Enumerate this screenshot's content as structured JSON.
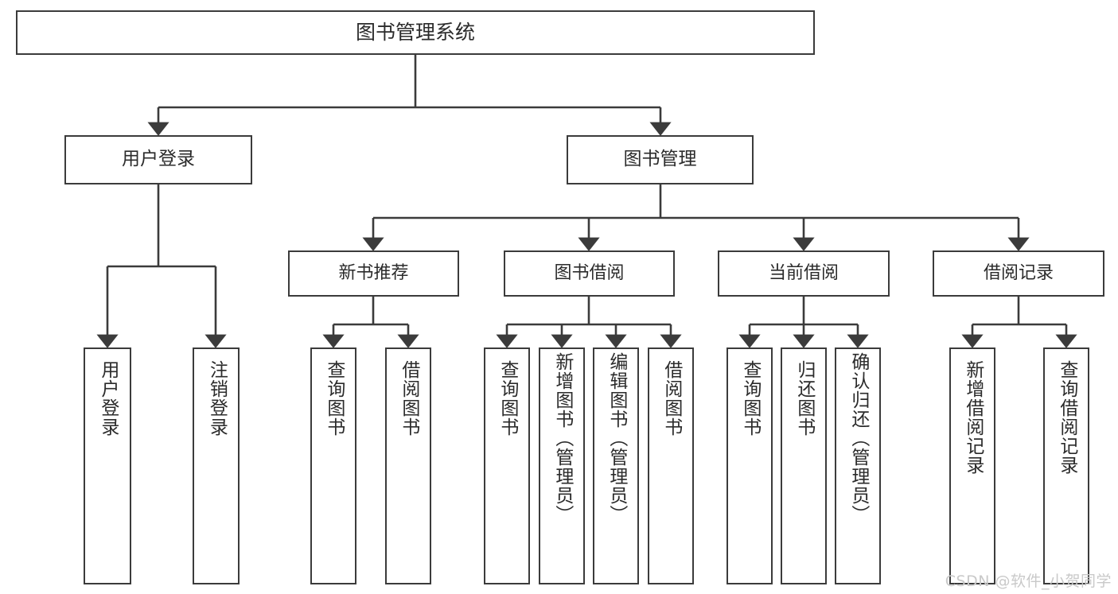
{
  "diagram": {
    "title": "图书管理系统",
    "type": "tree",
    "line_color": "#3b3b3b",
    "text_color": "#2b2b2b",
    "background": "#ffffff"
  },
  "root": {
    "label": "图书管理系统"
  },
  "level1": [
    {
      "label": "用户登录"
    },
    {
      "label": "图书管理"
    }
  ],
  "level2": [
    {
      "label": "新书推荐"
    },
    {
      "label": "图书借阅"
    },
    {
      "label": "当前借阅"
    },
    {
      "label": "借阅记录"
    }
  ],
  "leaves": [
    {
      "label": "用户登录",
      "parent": "用户登录"
    },
    {
      "label": "注销登录",
      "parent": "用户登录"
    },
    {
      "label": "查询图书",
      "parent": "新书推荐"
    },
    {
      "label": "借阅图书",
      "parent": "新书推荐"
    },
    {
      "label": "查询图书",
      "parent": "图书借阅"
    },
    {
      "label": "新增图书（管理员）",
      "parent": "图书借阅"
    },
    {
      "label": "编辑图书（管理员）",
      "parent": "图书借阅"
    },
    {
      "label": "借阅图书",
      "parent": "图书借阅"
    },
    {
      "label": "查询图书",
      "parent": "当前借阅"
    },
    {
      "label": "归还图书",
      "parent": "当前借阅"
    },
    {
      "label": "确认归还（管理员）",
      "parent": "当前借阅"
    },
    {
      "label": "新增借阅记录",
      "parent": "借阅记录"
    },
    {
      "label": "查询借阅记录",
      "parent": "借阅记录"
    }
  ],
  "watermark": {
    "text": "CSDN @软件_小贺同学"
  }
}
